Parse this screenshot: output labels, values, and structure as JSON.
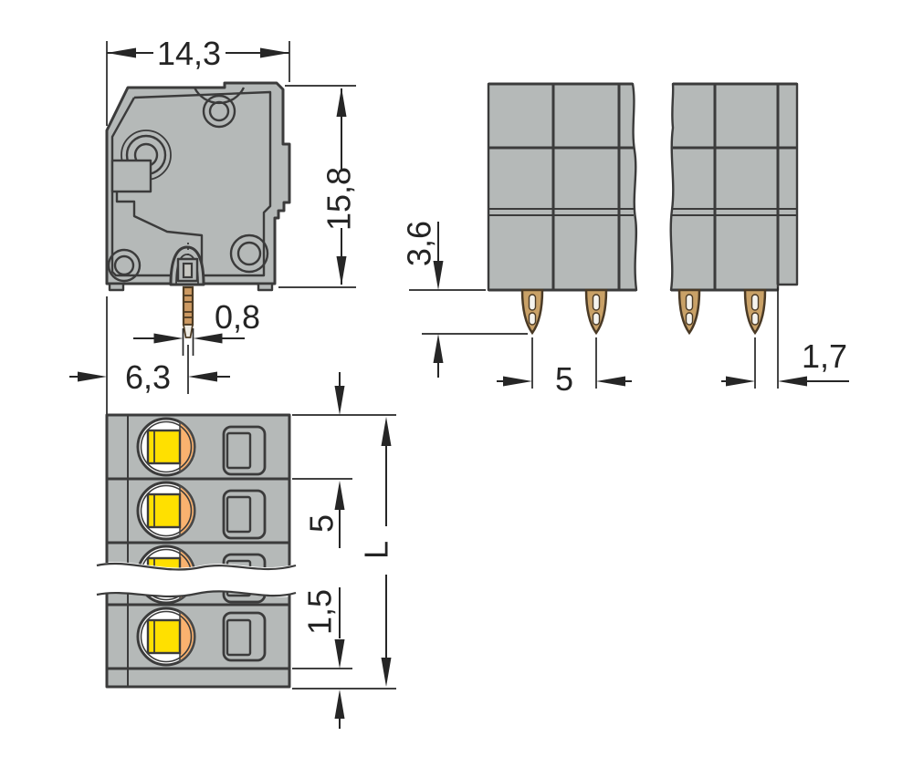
{
  "side_view": {
    "width": "14,3",
    "height": "15,8",
    "pin_width": "0,8",
    "pin_offset": "6,3"
  },
  "front_view": {
    "pin_length": "3,6",
    "pin_pitch": "5",
    "end_offset": "1,7"
  },
  "top_view": {
    "pole_pitch": "5",
    "end_offset": "1,5",
    "total_length": "L"
  },
  "colors": {
    "background": "#ffffff",
    "body_gray": "#b5b9b8",
    "outline_dark": "#3b3b3b",
    "dimension_dark": "#262626",
    "button_yellow": "#ffe000",
    "clamp_orange": "#f9b26f",
    "pin_copper": "#cd9a62",
    "pin_tip_light": "#efece4"
  }
}
